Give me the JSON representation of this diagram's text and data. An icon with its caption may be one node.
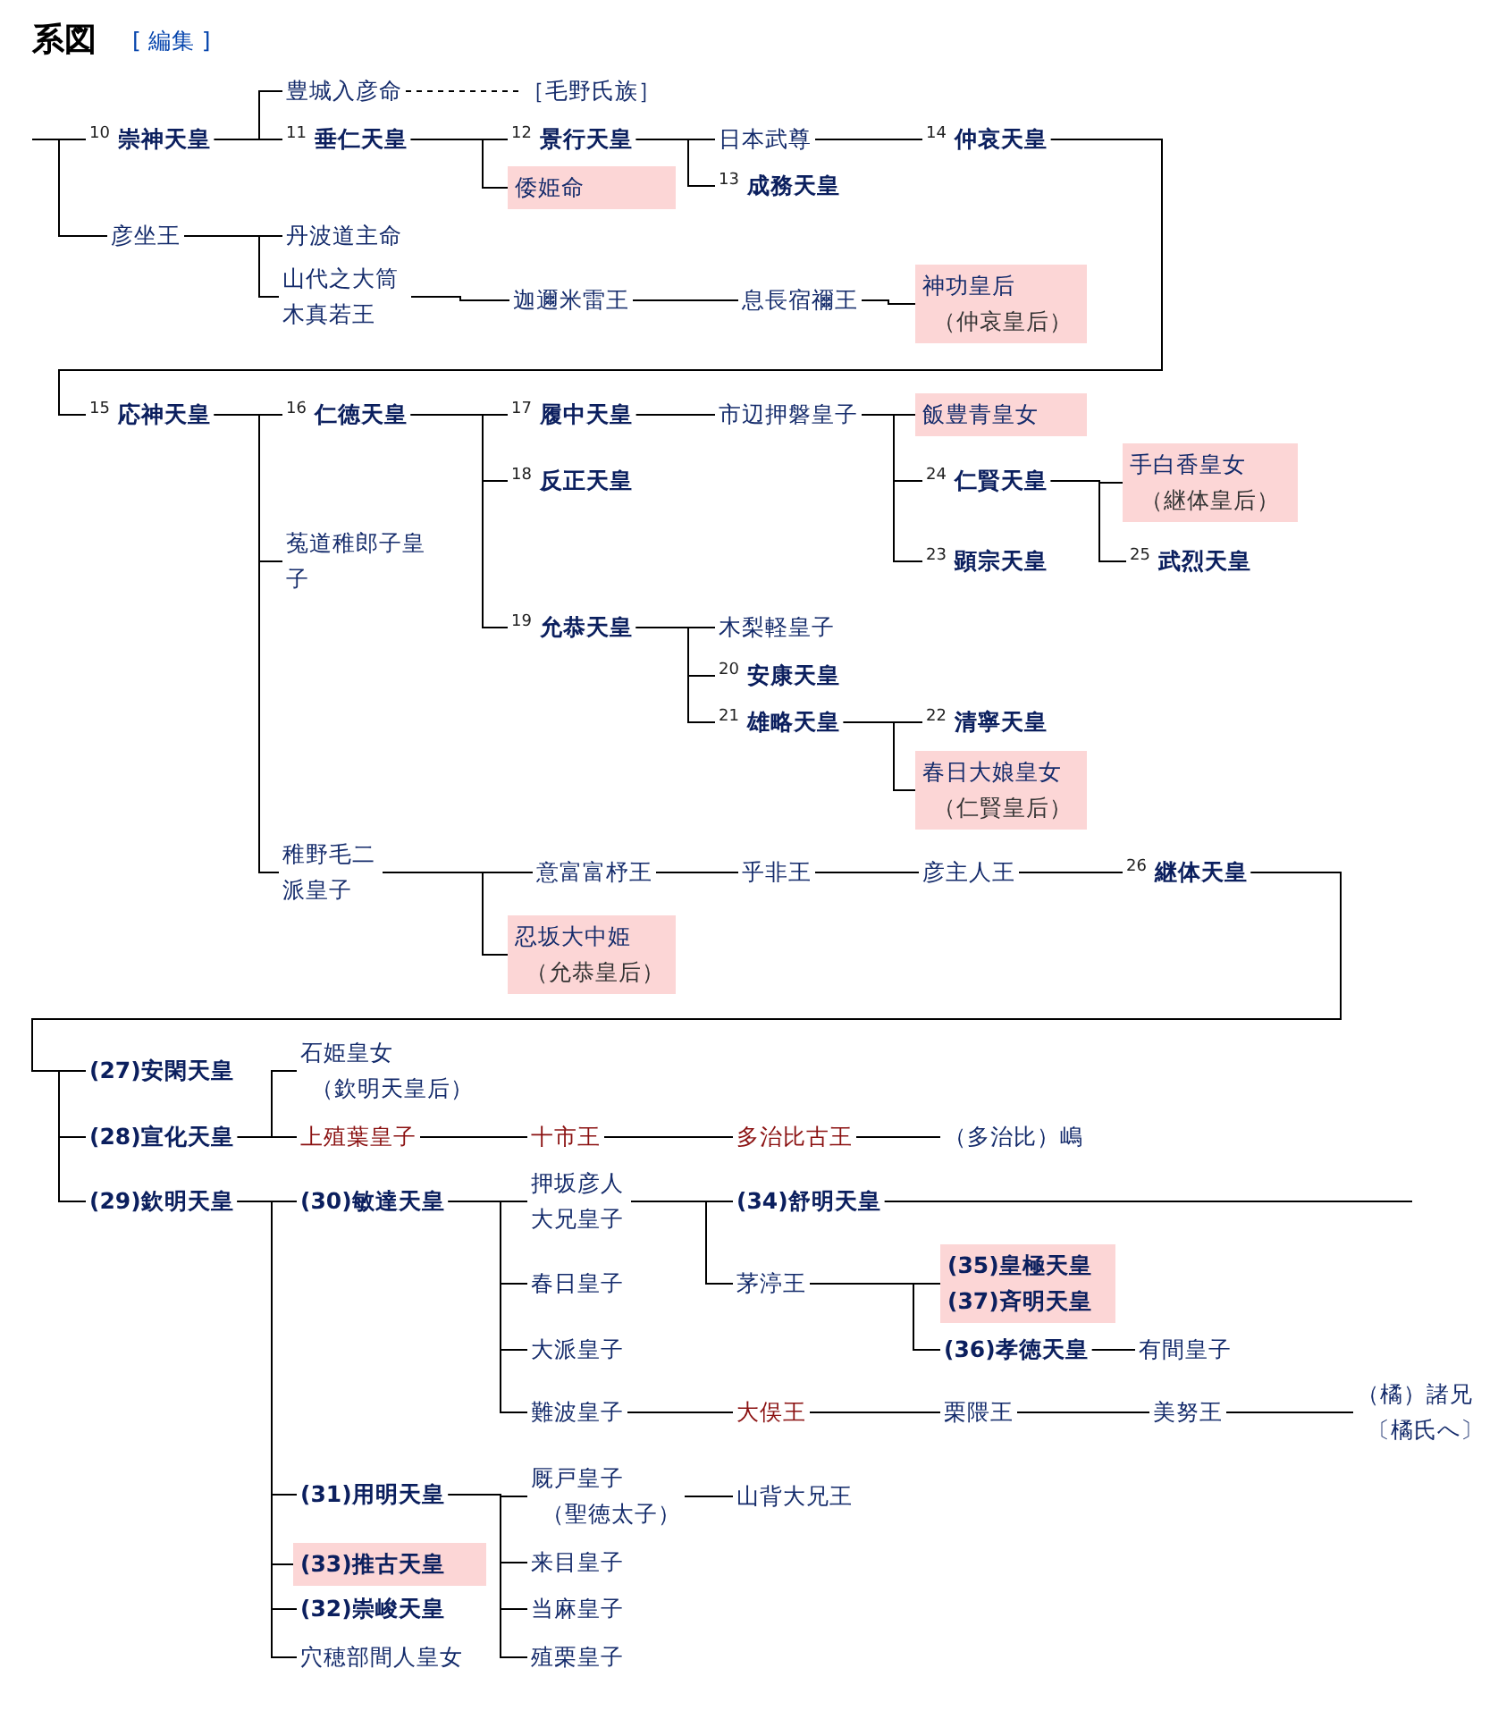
{
  "diagram": {
    "title": "系図",
    "nodes": [
      {
        "text": [
          "$^{10}$ 崇神天皇"
        ]
      },
      {
        "text": [
          "豊城入彦命"
        ]
      },
      {
        "text": [
          "［毛野氏族］"
        ]
      },
      {
        "text": [
          "$^{11}$ 垂仁天皇"
        ]
      },
      {
        "text": [
          "$^{12}$ 景行天皇"
        ]
      },
      {
        "text": [
          "倭姫命"
        ]
      },
      {
        "text": [
          "日本武尊"
        ]
      },
      {
        "text": [
          "$^{13}$ 成務天皇"
        ]
      },
      {
        "text": [
          "$^{14}$ 仲哀天皇"
        ]
      },
      {
        "text": [
          "彦坐王"
        ]
      },
      {
        "text": [
          "丹波道主命"
        ]
      },
      {
        "text": [
          "山代之大筒木真若王"
        ]
      },
      {
        "text": [
          "迦邇米雷王"
        ]
      },
      {
        "text": [
          "息長宿禰王"
        ]
      },
      {
        "text": [
          "神功皇后",
          "（仲哀皇后）"
        ]
      },
      {
        "text": [
          "$^{15}$ 応神天皇"
        ]
      },
      {
        "text": [
          "$^{16}$ 仁徳天皇"
        ]
      },
      {
        "text": [
          "$^{17}$ 履中天皇"
        ]
      },
      {
        "text": [
          "$^{18}$ 反正天皇"
        ]
      },
      {
        "text": [
          "菟道稚郎子皇子"
        ]
      },
      {
        "text": [
          "$^{19}$ 允恭天皇"
        ]
      },
      {
        "text": [
          "市辺押磐皇子"
        ]
      },
      {
        "text": [
          "飯豊青皇女"
        ]
      },
      {
        "text": [
          "$^{24}$ 仁賢天皇"
        ]
      },
      {
        "text": [
          "$^{23}$ 顕宗天皇"
        ]
      },
      {
        "text": [
          "手白香皇女",
          "（継体皇后）"
        ]
      },
      {
        "text": [
          "$^{25}$ 武烈天皇"
        ]
      },
      {
        "text": [
          "木梨軽皇子"
        ]
      },
      {
        "text": [
          "$^{20}$ 安康天皇"
        ]
      },
      {
        "text": [
          "$^{21}$ 雄略天皇"
        ]
      },
      {
        "text": [
          "$^{22}$ 清寧天皇"
        ]
      },
      {
        "text": [
          "春日大娘皇女",
          "（仁賢皇后）"
        ]
      },
      {
        "text": [
          "稚野毛二派皇子"
        ]
      },
      {
        "text": [
          "意富富杼王"
        ]
      },
      {
        "text": [
          "乎非王"
        ]
      },
      {
        "text": [
          "彦主人王"
        ]
      },
      {
        "text": [
          "$^{26}$ 継体天皇"
        ]
      },
      {
        "text": [
          "忍坂大中姫",
          "（允恭皇后）"
        ]
      },
      {
        "text": [
          "(27)安閑天皇"
        ]
      },
      {
        "text": [
          "(28)宣化天皇"
        ]
      },
      {
        "text": [
          "(29)欽明天皇"
        ]
      },
      {
        "text": [
          "石姫皇女",
          "（欽明天皇后）"
        ]
      },
      {
        "text": [
          "上殖葉皇子"
        ]
      },
      {
        "text": [
          "十市王"
        ]
      },
      {
        "text": [
          "多治比古王"
        ]
      },
      {
        "text": [
          "（多治比）嶋"
        ]
      },
      {
        "text": [
          "(30)敏達天皇"
        ]
      },
      {
        "text": [
          "押坂彦人大兄皇子"
        ]
      },
      {
        "text": [
          "(34)舒明天皇"
        ]
      },
      {
        "text": [
          "茅渟王"
        ]
      },
      {
        "text": [
          "(35)皇極天皇",
          "(37)斉明天皇"
        ]
      },
      {
        "text": [
          "(36)孝徳天皇"
        ]
      },
      {
        "text": [
          "有間皇子"
        ]
      },
      {
        "text": [
          "春日皇子"
        ]
      },
      {
        "text": [
          "大派皇子"
        ]
      },
      {
        "text": [
          "難波皇子"
        ]
      },
      {
        "text": [
          "大俣王"
        ]
      },
      {
        "text": [
          "栗隈王"
        ]
      },
      {
        "text": [
          "美努王"
        ]
      },
      {
        "text": [
          "（橘）諸兄",
          "〔橘氏へ〕"
        ]
      },
      {
        "text": [
          "(31)用明天皇"
        ]
      },
      {
        "text": [
          "厩戸皇子",
          "（聖徳太子）"
        ]
      },
      {
        "text": [
          "山背大兄王"
        ]
      },
      {
        "text": [
          "(33)推古天皇"
        ]
      },
      {
        "text": [
          "(32)崇峻天皇"
        ]
      },
      {
        "text": [
          "穴穂部間人皇女"
        ]
      },
      {
        "text": [
          "来目皇子"
        ]
      },
      {
        "text": [
          "当麻皇子"
        ]
      },
      {
        "text": [
          "殖栗皇子"
        ]
      }
    ],
    "edges": [
      {
        "from": null,
        "to": 0,
        "arrow": "none"
      },
      {
        "from": null,
        "to": 9,
        "arrow": "none"
      },
      {
        "from": 0,
        "to": 1,
        "arrow": "none"
      },
      {
        "from": 0,
        "to": 3,
        "arrow": "none"
      },
      {
        "from": 1,
        "to": 2,
        "arrow": "none",
        "style": "dashed"
      },
      {
        "from": 3,
        "to": 4,
        "arrow": "none"
      },
      {
        "from": 3,
        "to": 5,
        "arrow": "none"
      },
      {
        "from": 4,
        "to": 6,
        "arrow": "none"
      },
      {
        "from": 4,
        "to": 7,
        "arrow": "none"
      },
      {
        "from": 6,
        "to": 8,
        "arrow": "none"
      },
      {
        "from": 8,
        "to": 15,
        "arrow": "none"
      },
      {
        "from": 9,
        "to": 10,
        "arrow": "none"
      },
      {
        "from": 9,
        "to": 11,
        "arrow": "none"
      },
      {
        "from": 11,
        "to": 12,
        "arrow": "none"
      },
      {
        "from": 12,
        "to": 13,
        "arrow": "none"
      },
      {
        "from": 13,
        "to": 14,
        "arrow": "none"
      },
      {
        "from": 15,
        "to": 16,
        "arrow": "none"
      },
      {
        "from": 15,
        "to": 19,
        "arrow": "none"
      },
      {
        "from": 15,
        "to": 32,
        "arrow": "none"
      },
      {
        "from": 16,
        "to": 17,
        "arrow": "none"
      },
      {
        "from": 16,
        "to": 18,
        "arrow": "none"
      },
      {
        "from": 16,
        "to": 20,
        "arrow": "none"
      },
      {
        "from": 17,
        "to": 21,
        "arrow": "none"
      },
      {
        "from": 21,
        "to": 22,
        "arrow": "none"
      },
      {
        "from": 21,
        "to": 23,
        "arrow": "none"
      },
      {
        "from": 21,
        "to": 24,
        "arrow": "none"
      },
      {
        "from": 23,
        "to": 25,
        "arrow": "none"
      },
      {
        "from": 23,
        "to": 26,
        "arrow": "none"
      },
      {
        "from": 20,
        "to": 27,
        "arrow": "none"
      },
      {
        "from": 20,
        "to": 28,
        "arrow": "none"
      },
      {
        "from": 20,
        "to": 29,
        "arrow": "none"
      },
      {
        "from": 29,
        "to": 30,
        "arrow": "none"
      },
      {
        "from": 29,
        "to": 31,
        "arrow": "none"
      },
      {
        "from": 32,
        "to": 33,
        "arrow": "none"
      },
      {
        "from": 32,
        "to": 37,
        "arrow": "none"
      },
      {
        "from": 33,
        "to": 34,
        "arrow": "none"
      },
      {
        "from": 34,
        "to": 35,
        "arrow": "none"
      },
      {
        "from": 35,
        "to": 36,
        "arrow": "none"
      },
      {
        "from": 36,
        "to": 38,
        "arrow": "none"
      },
      {
        "from": 36,
        "to": 39,
        "arrow": "none"
      },
      {
        "from": 36,
        "to": 40,
        "arrow": "none"
      },
      {
        "from": 39,
        "to": 41,
        "arrow": "none"
      },
      {
        "from": 39,
        "to": 42,
        "arrow": "none"
      },
      {
        "from": 42,
        "to": 43,
        "arrow": "none"
      },
      {
        "from": 43,
        "to": 44,
        "arrow": "none"
      },
      {
        "from": 44,
        "to": 45,
        "arrow": "none"
      },
      {
        "from": 40,
        "to": 46,
        "arrow": "none"
      },
      {
        "from": 40,
        "to": 60,
        "arrow": "none"
      },
      {
        "from": 40,
        "to": 63,
        "arrow": "none"
      },
      {
        "from": 40,
        "to": 64,
        "arrow": "none"
      },
      {
        "from": 40,
        "to": 65,
        "arrow": "none"
      },
      {
        "from": 46,
        "to": 47,
        "arrow": "none"
      },
      {
        "from": 46,
        "to": 53,
        "arrow": "none"
      },
      {
        "from": 46,
        "to": 54,
        "arrow": "none"
      },
      {
        "from": 46,
        "to": 55,
        "arrow": "none"
      },
      {
        "from": 47,
        "to": 48,
        "arrow": "none"
      },
      {
        "from": 47,
        "to": 49,
        "arrow": "none"
      },
      {
        "from": 48,
        "to": null,
        "arrow": "none"
      },
      {
        "from": 49,
        "to": 50,
        "arrow": "none"
      },
      {
        "from": 49,
        "to": 51,
        "arrow": "none"
      },
      {
        "from": 51,
        "to": 52,
        "arrow": "none"
      },
      {
        "from": 55,
        "to": 56,
        "arrow": "none"
      },
      {
        "from": 56,
        "to": 57,
        "arrow": "none"
      },
      {
        "from": 57,
        "to": 58,
        "arrow": "none"
      },
      {
        "from": 58,
        "to": 59,
        "arrow": "none"
      },
      {
        "from": 60,
        "to": 61,
        "arrow": "none"
      },
      {
        "from": 60,
        "to": 66,
        "arrow": "none"
      },
      {
        "from": 60,
        "to": 67,
        "arrow": "none"
      },
      {
        "from": 60,
        "to": 68,
        "arrow": "none"
      },
      {
        "from": 61,
        "to": 62,
        "arrow": "none"
      }
    ],
    "labels": [
      "[ 編集 ]"
    ]
  }
}
